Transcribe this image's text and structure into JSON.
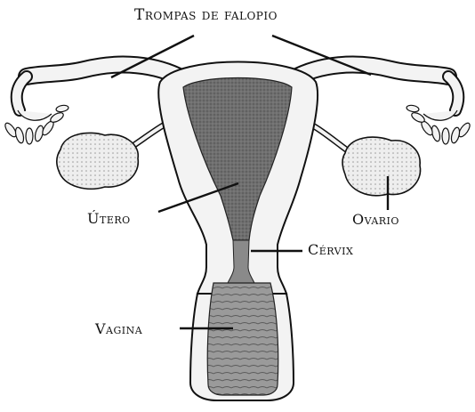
{
  "labels": {
    "trompas": "Trompas de falopio",
    "utero": "Útero",
    "ovario": "Ovario",
    "cervix": "Cérvix",
    "vagina": "Vagina"
  },
  "colors": {
    "ink": "#111111",
    "tissue": "#f3f3f3",
    "cavity": "#6f6f6f",
    "vaginal_wall": "#9a9a9a"
  }
}
